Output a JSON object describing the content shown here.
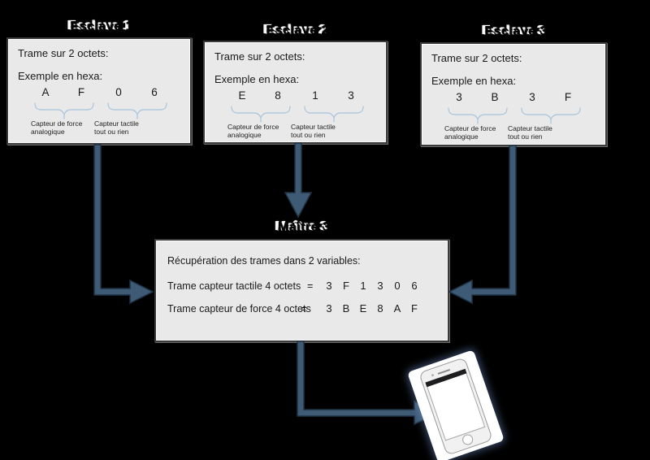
{
  "colors": {
    "background": "#000000",
    "box_fill": "#e9e9e9",
    "box_border": "#3a3a3a",
    "arrow_fill": "#3e5a74",
    "arrow_outline": "#1f3345",
    "brace": "#a9c4dd",
    "body_text": "#1a1a1a",
    "title_fill": "#ffffff",
    "title_outline": "#000000"
  },
  "slaves": [
    {
      "title": "Esclave 1",
      "line1": "Trame sur 2 octets:",
      "line2": "Exemple en hexa:",
      "digits": [
        "A",
        "F",
        "0",
        "6"
      ],
      "force_label": [
        "Capteur de force",
        "analogique"
      ],
      "tactile_label": [
        "Capteur tactile",
        "tout ou rien"
      ]
    },
    {
      "title": "Esclave 2",
      "line1": "Trame sur 2 octets:",
      "line2": "Exemple en hexa:",
      "digits": [
        "E",
        "8",
        "1",
        "3"
      ],
      "force_label": [
        "Capteur de force",
        "analogique"
      ],
      "tactile_label": [
        "Capteur tactile",
        "tout ou rien"
      ]
    },
    {
      "title": "Esclave 3",
      "line1": "Trame sur 2 octets:",
      "line2": "Exemple en hexa:",
      "digits": [
        "3",
        "B",
        "3",
        "F"
      ],
      "force_label": [
        "Capteur de force",
        "analogique"
      ],
      "tactile_label": [
        "Capteur tactile",
        "tout ou rien"
      ]
    }
  ],
  "master": {
    "title": "Maître 3",
    "line1": "Récupération des trames dans 2 variables:",
    "row1_label": "Trame capteur tactile 4 octets",
    "row1_eq": "=",
    "row1_digits": [
      "3",
      "F",
      "1",
      "3",
      "0",
      "6"
    ],
    "row2_label": "Trame capteur de force 4 octets",
    "row2_eq": "=",
    "row2_digits": [
      "3",
      "B",
      "E",
      "8",
      "A",
      "F"
    ]
  }
}
